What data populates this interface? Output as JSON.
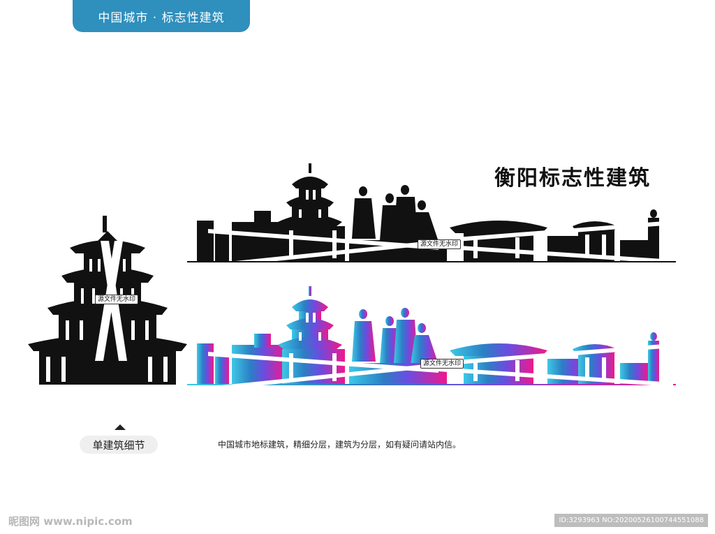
{
  "header": {
    "tab_label": "中国城市 · 标志性建筑"
  },
  "title": "衡阳标志性建筑",
  "watermark_stamp": "源文件无水印",
  "detail": {
    "label": "单建筑细节"
  },
  "description": "中国城市地标建筑，精细分层，建筑为分层，如有疑问请站内信。",
  "footer": {
    "logo": "昵图网 www.nipic.com",
    "id_text": "ID:3293963 NO:20200526100744551088"
  },
  "colors": {
    "tab": "#2f8fbd",
    "gradient_start": "#3ec8e6",
    "gradient_mid": "#6a4de0",
    "gradient_end": "#f0188c",
    "ink": "#111111"
  },
  "icons": [
    "pagoda-illustration",
    "skyline-illustration",
    "triangle-up-icon"
  ]
}
